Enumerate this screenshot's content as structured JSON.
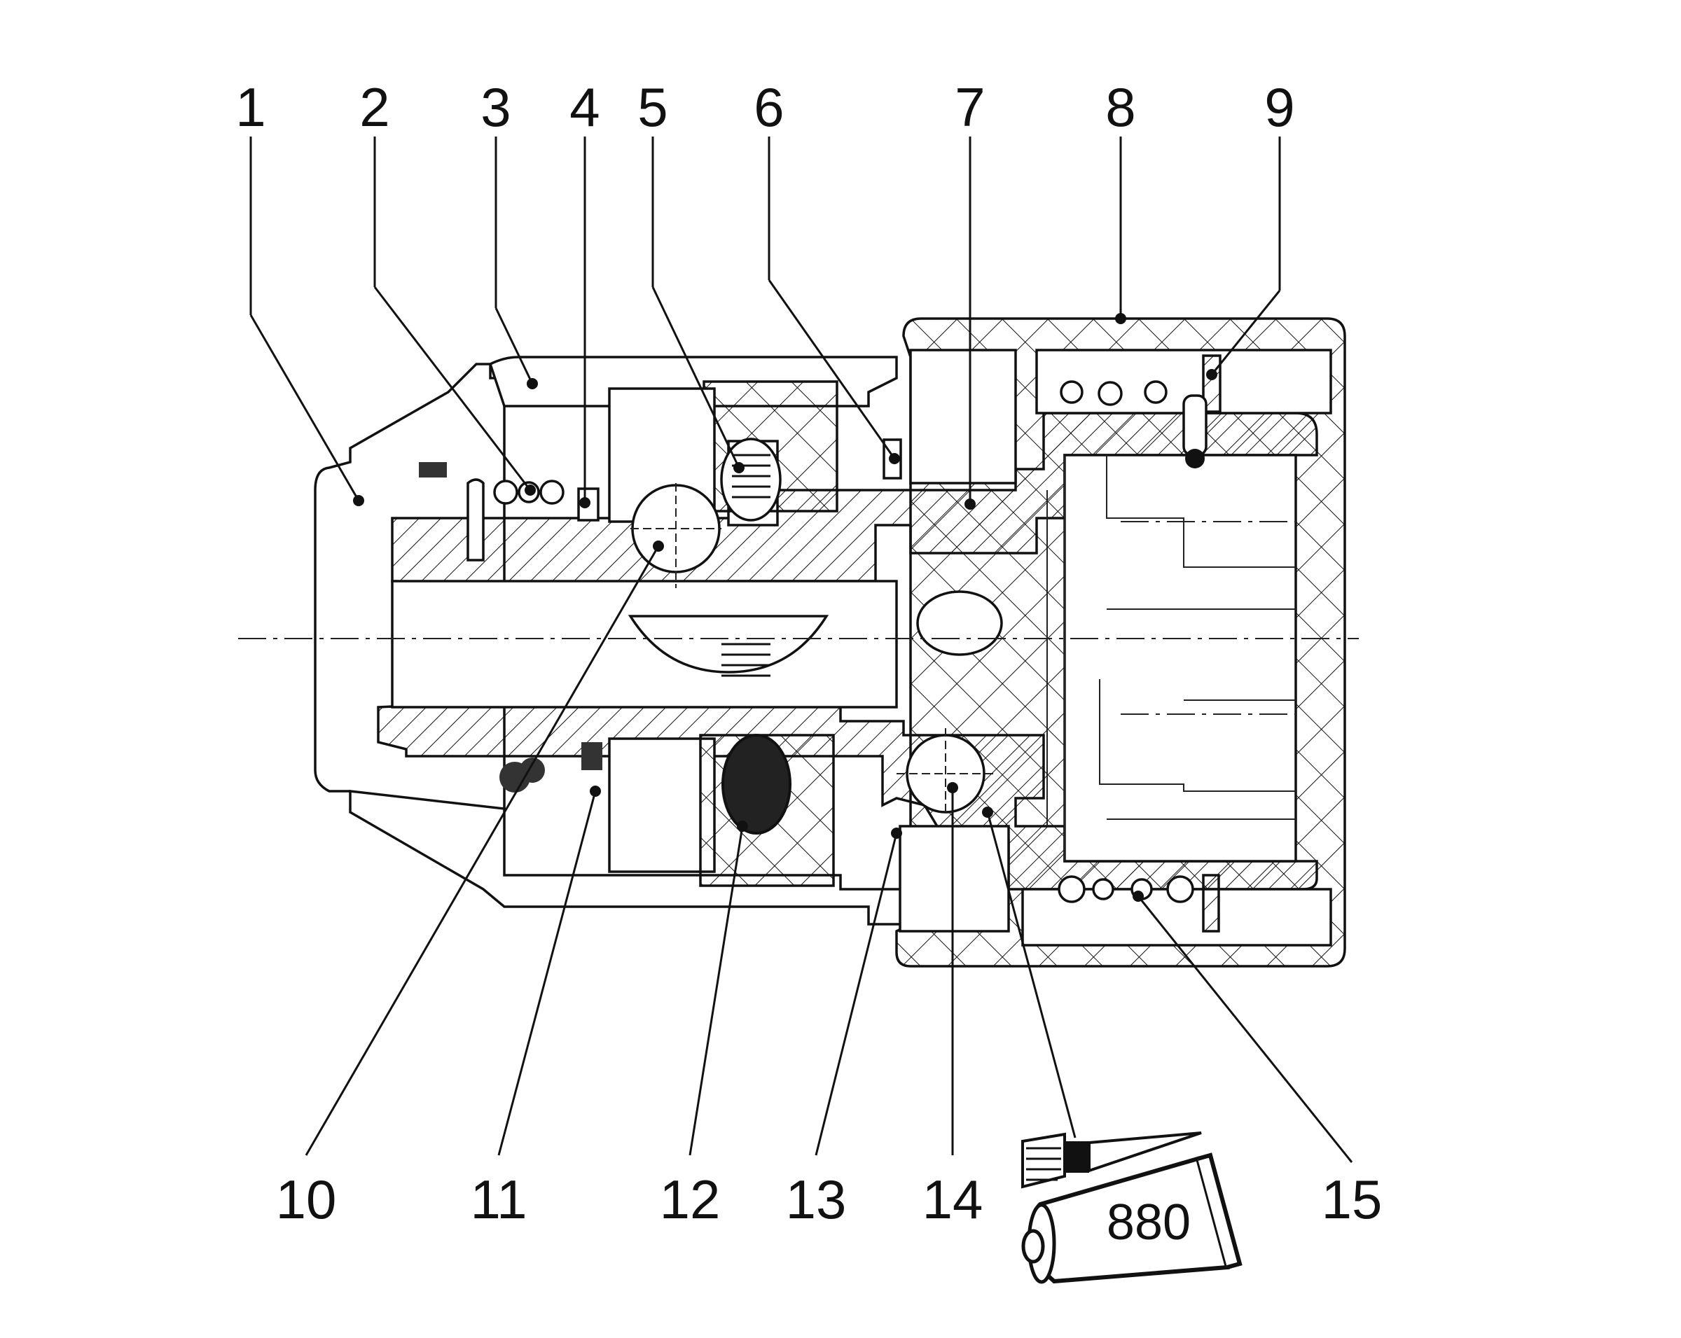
{
  "diagram": {
    "type": "technical cross-section / exploded parts callout drawing",
    "callouts_top": [
      "1",
      "2",
      "3",
      "4",
      "5",
      "6",
      "7",
      "8",
      "9"
    ],
    "callouts_bottom": [
      "10",
      "11",
      "12",
      "13",
      "14",
      "15"
    ],
    "lubricant_tube": {
      "label": "880",
      "icons": [
        "brush-icon",
        "grease-tube-icon"
      ]
    }
  }
}
